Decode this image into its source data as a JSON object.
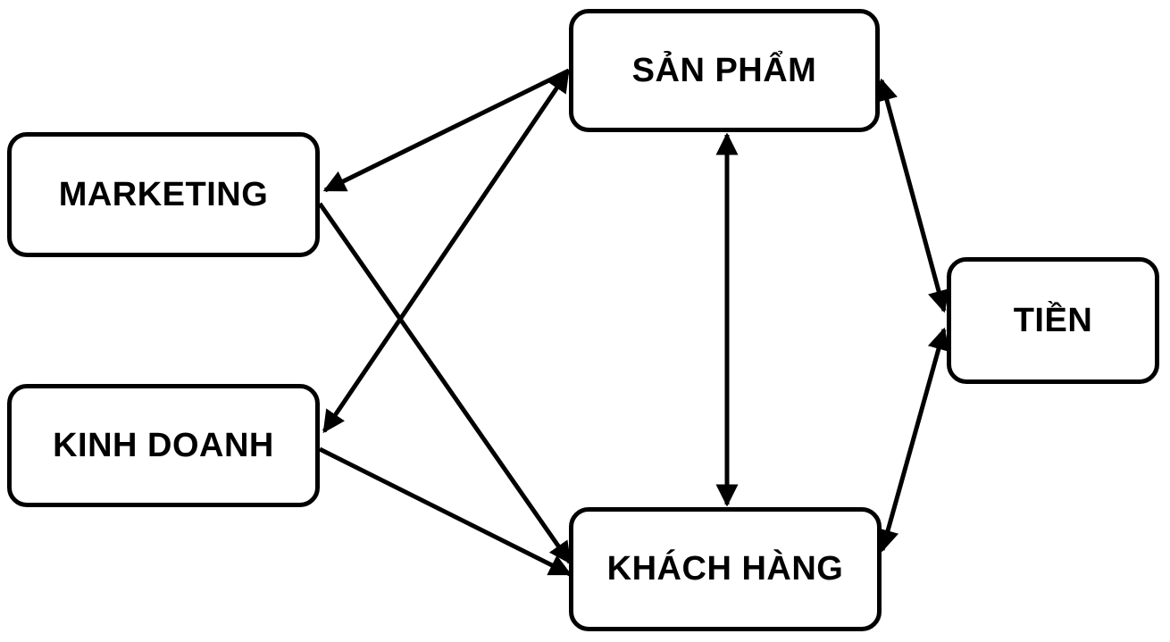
{
  "diagram": {
    "background_color": "#ffffff",
    "line_color": "#000000",
    "node_fill_color": "#ffffff",
    "node_border_color": "#000000",
    "nodes": {
      "san_pham": {
        "label": "SẢN PHẨM"
      },
      "marketing": {
        "label": "MARKETING"
      },
      "kinh_doanh": {
        "label": "KINH DOANH"
      },
      "khach_hang": {
        "label": "KHÁCH HÀNG"
      },
      "tien": {
        "label": "TIỀN"
      }
    },
    "edges": [
      {
        "from": "SẢN PHẨM",
        "to": "MARKETING",
        "arrows": "one-way"
      },
      {
        "from": "SẢN PHẨM",
        "to": "KINH DOANH",
        "arrows": "two-way"
      },
      {
        "from": "SẢN PHẨM",
        "to": "KHÁCH HÀNG",
        "arrows": "two-way"
      },
      {
        "from": "SẢN PHẨM",
        "to": "TIỀN",
        "arrows": "two-way"
      },
      {
        "from": "MARKETING",
        "to": "KHÁCH HÀNG",
        "arrows": "one-way"
      },
      {
        "from": "KINH DOANH",
        "to": "KHÁCH HÀNG",
        "arrows": "one-way"
      },
      {
        "from": "KHÁCH HÀNG",
        "to": "TIỀN",
        "arrows": "two-way"
      }
    ]
  }
}
